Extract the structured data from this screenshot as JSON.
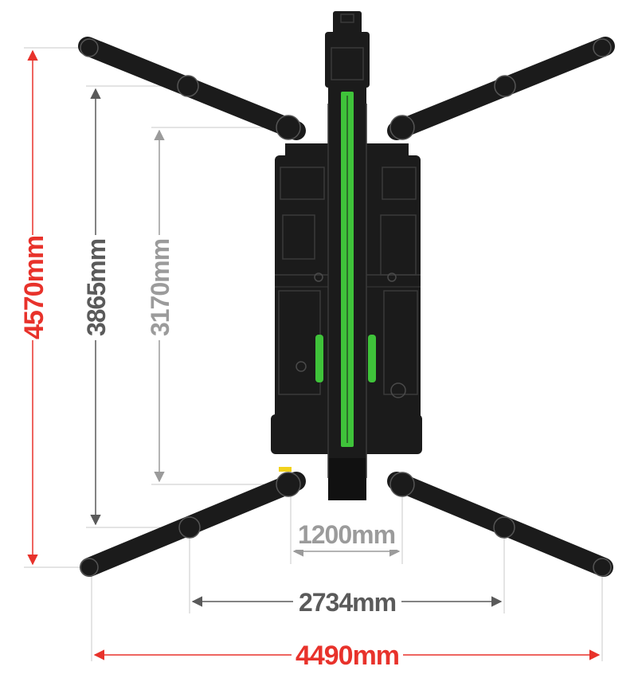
{
  "dimensions": {
    "total_length": {
      "label": "4570mm",
      "color": "#e8322b"
    },
    "outrigger_length": {
      "label": "3865mm",
      "color": "#5a5a5a"
    },
    "inner_length": {
      "label": "3170mm",
      "color": "#9b9b9b"
    },
    "track_width": {
      "label": "1200mm",
      "color": "#9b9b9b"
    },
    "mid_width": {
      "label": "2734mm",
      "color": "#5a5a5a"
    },
    "total_width": {
      "label": "4490mm",
      "color": "#e8322b"
    }
  },
  "colors": {
    "machine": "#1b1b1b",
    "machine_detail": "#3a3a3a",
    "boom_accent": "#3fc33a",
    "warning_tag": "#f2d21c",
    "extension_line": "#bdbdbd"
  }
}
